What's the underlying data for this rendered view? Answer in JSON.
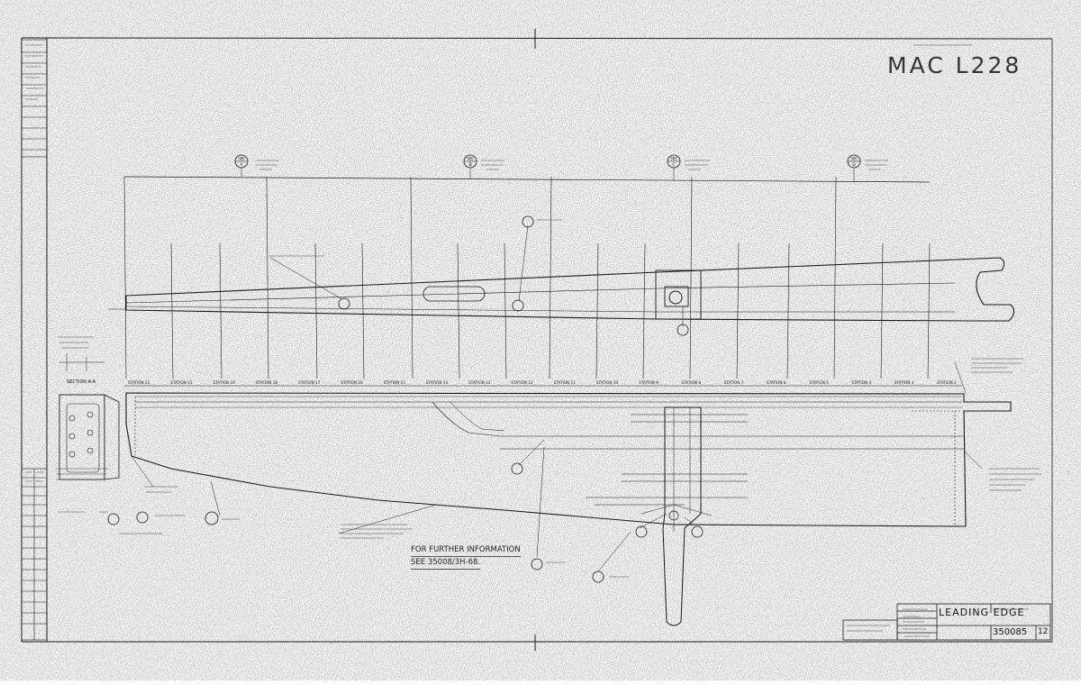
{
  "drawing": {
    "mac_number": "MAC L228",
    "title": "LEADING EDGE",
    "drawing_number": "350085",
    "sheet_label": "12",
    "further_info_1": "FOR FURTHER INFORMATION",
    "further_info_2": "SEE 35008/3H-68.",
    "section_label": "SECTION A-A"
  },
  "stations": [
    "STATION 22",
    "STATION 21",
    "STATION 19",
    "STATION 18",
    "STATION 17",
    "STATION 16",
    "STATION 15",
    "STATION 14",
    "STATION 13",
    "STATION 12",
    "STATION 11",
    "STATION 10",
    "STATION 9",
    "STATION 8",
    "STATION 7",
    "STATION 6",
    "STATION 5",
    "STATION 4",
    "STATION 3",
    "STATION 2"
  ],
  "balloons": [
    {
      "label": "SEE",
      "sub": "A"
    },
    {
      "label": "SEE",
      "sub": "B"
    },
    {
      "label": "SEE",
      "sub": "C"
    },
    {
      "label": "SEE",
      "sub": "D"
    }
  ],
  "colors": {
    "ink": "#1a1a1a",
    "paper": "#ffffff",
    "grain": "#9a9a9a"
  }
}
